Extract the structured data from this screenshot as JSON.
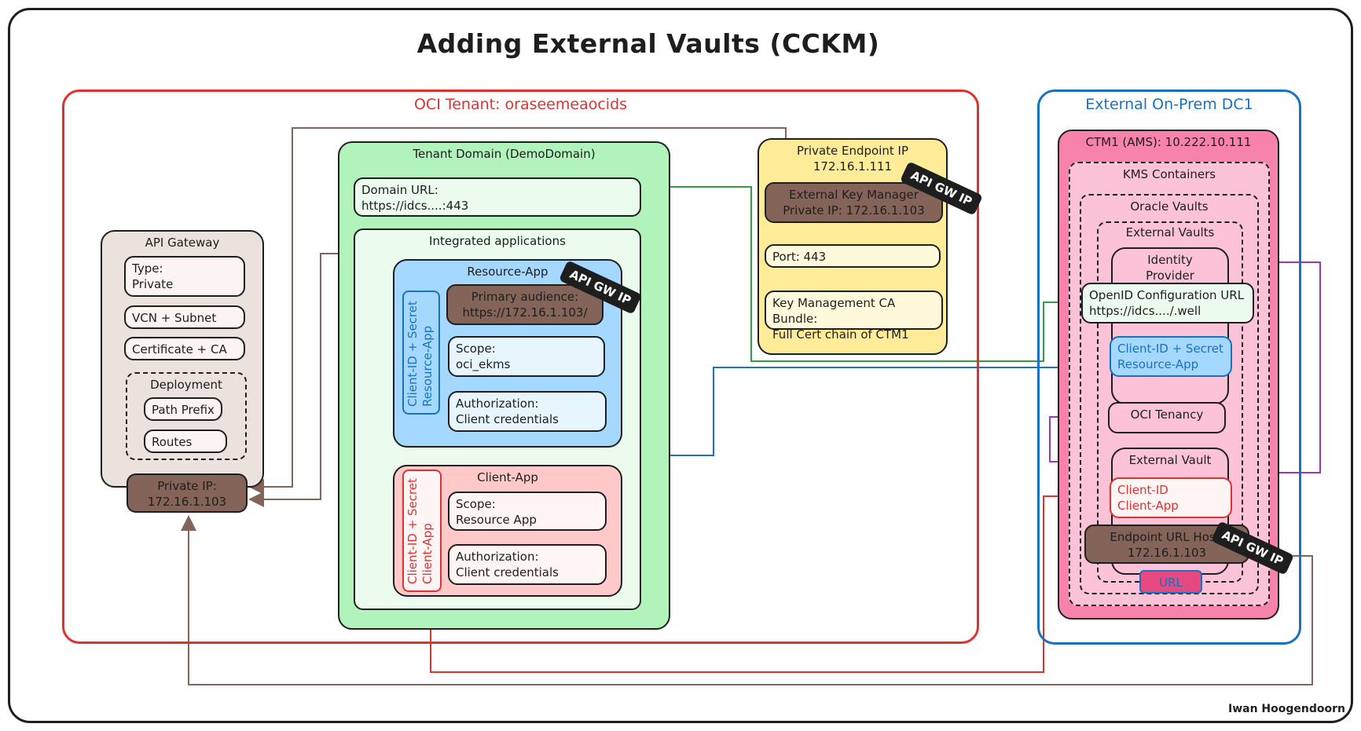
{
  "title": "Adding External Vaults (CCKM)",
  "author": "Iwan Hoogendoorn",
  "oci_tenant": {
    "label": "OCI Tenant: oraseemeaocids"
  },
  "api_gateway": {
    "label": "API Gateway",
    "type": "Type:\nPrivate",
    "vcn": "VCN + Subnet",
    "cert": "Certificate + CA",
    "deployment": {
      "label": "Deployment",
      "path_prefix": "Path Prefix",
      "routes": "Routes"
    },
    "private_ip": "Private IP:\n172.16.1.103"
  },
  "tenant_domain": {
    "label": "Tenant Domain (DemoDomain)",
    "domain_url": "Domain URL:\nhttps://idcs....:443",
    "integrated_apps": {
      "label": "Integrated applications",
      "resource_app": {
        "label": "Resource-App",
        "vertical": "Client-ID + Secret\nResource-App",
        "audience": "Primary audience:\nhttps://172.16.1.103/",
        "scope": "Scope:\noci_ekms",
        "authorization": "Authorization:\nClient credentials"
      },
      "client_app": {
        "label": "Client-App",
        "vertical": "Client-ID + Secret\nClient-App",
        "scope": "Scope:\nResource App",
        "authorization": "Authorization:\nClient credentials"
      }
    }
  },
  "private_endpoint": {
    "label": "Private Endpoint IP\n172.16.1.111",
    "ekm": "External Key Manager\nPrivate IP: 172.16.1.103",
    "port": "Port: 443",
    "ca_bundle": "Key Management CA Bundle:\nFull Cert chain of CTM1"
  },
  "tags": {
    "api_gw_ip": "API GW IP"
  },
  "external_dc": {
    "label": "External On-Prem DC1",
    "ctm": {
      "label": "CTM1 (AMS): 10.222.10.111",
      "kms_containers": "KMS Containers",
      "oracle_vaults": "Oracle Vaults",
      "external_vaults": "External Vaults",
      "identity_provider": "Identity\nProvider",
      "openid_url": "OpenID Configuration URL\nhttps://idcs..../.well",
      "client_id_resource": "Client-ID + Secret\nResource-App",
      "oci_tenancy": "OCI Tenancy",
      "external_vault": "External Vault",
      "client_id_client": "Client-ID\nClient-App",
      "endpoint_url": "Endpoint URL Host:\n172.16.1.103",
      "url": "URL"
    }
  },
  "colors": {
    "red": "#e03131",
    "blue": "#1971c2",
    "green": "#2f9e44",
    "brown": "#846358",
    "purple": "#9c36b5",
    "pink": "#e64980"
  }
}
